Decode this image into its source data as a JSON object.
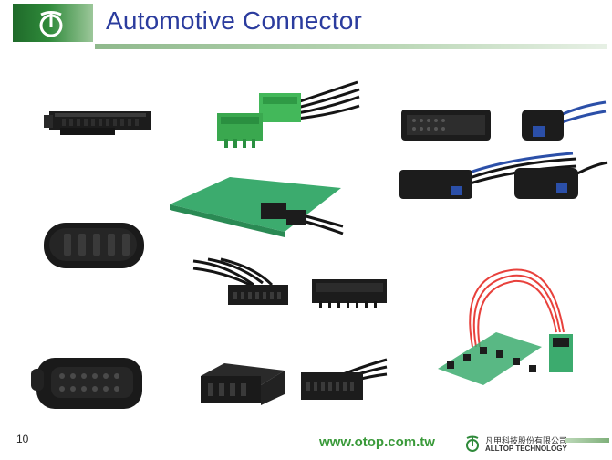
{
  "header": {
    "title": "Automotive Connector"
  },
  "footer": {
    "page_number": "10",
    "url": "www.otop.com.tw",
    "company_cn": "凡甲科技股份有限公司",
    "company_en": "ALLTOP TECHNOLOGY"
  },
  "colors": {
    "title": "#2b3c9e",
    "url": "#3a9a3a",
    "logo_green": "#2f8a3a",
    "pcb_green": "#3cab6e",
    "connector_black": "#1c1c1c",
    "wire_blue": "#2b4fa8",
    "wire_red": "#e8413c"
  },
  "icons": {
    "header_logo": "alltop-logo-icon",
    "footer_logo": "alltop-logo-icon"
  }
}
